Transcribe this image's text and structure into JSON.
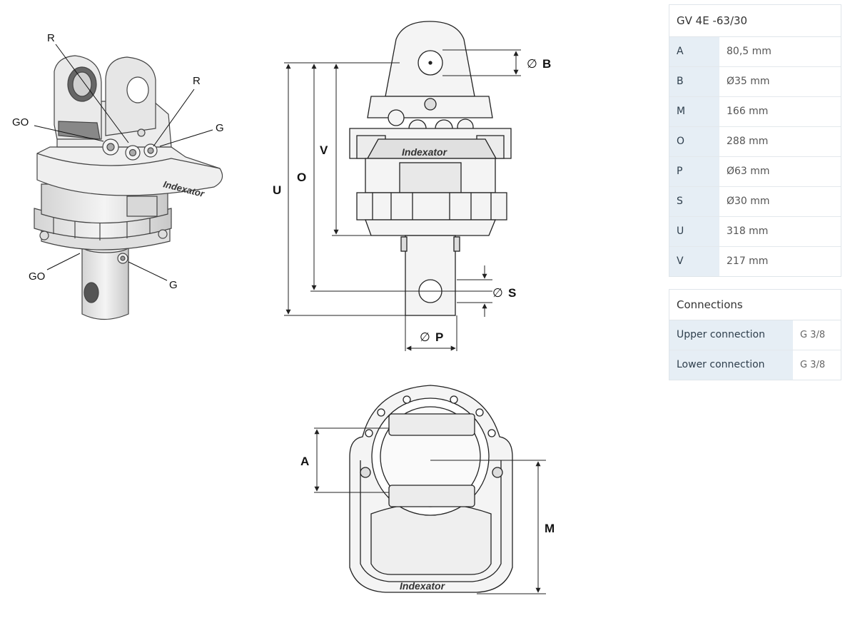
{
  "product": {
    "title": "GV 4E -63/30",
    "specs": [
      {
        "key": "A",
        "value": "80,5 mm"
      },
      {
        "key": "B",
        "value": "Ø35 mm"
      },
      {
        "key": "M",
        "value": "166 mm"
      },
      {
        "key": "O",
        "value": "288 mm"
      },
      {
        "key": "P",
        "value": "Ø63 mm"
      },
      {
        "key": "S",
        "value": "Ø30 mm"
      },
      {
        "key": "U",
        "value": "318 mm"
      },
      {
        "key": "V",
        "value": "217 mm"
      }
    ]
  },
  "connections": {
    "title": "Connections",
    "rows": [
      {
        "label": "Upper connection",
        "value": "G 3/8"
      },
      {
        "label": "Lower connection",
        "value": "G 3/8"
      }
    ]
  },
  "drawing": {
    "brand": "Indexator",
    "callouts": {
      "r_left": "R",
      "r_right": "R",
      "go_top": "GO",
      "g_top": "G",
      "go_bottom": "GO",
      "g_bottom": "G"
    },
    "dimensions": {
      "b": "B",
      "u": "U",
      "o": "O",
      "v": "V",
      "s": "S",
      "p": "P",
      "a": "A",
      "m": "M",
      "diameter_symbol": "∅"
    }
  },
  "colors": {
    "table_key_bg": "#e6eef5",
    "line": "#222222",
    "part_fill": "#f2f2f2"
  }
}
